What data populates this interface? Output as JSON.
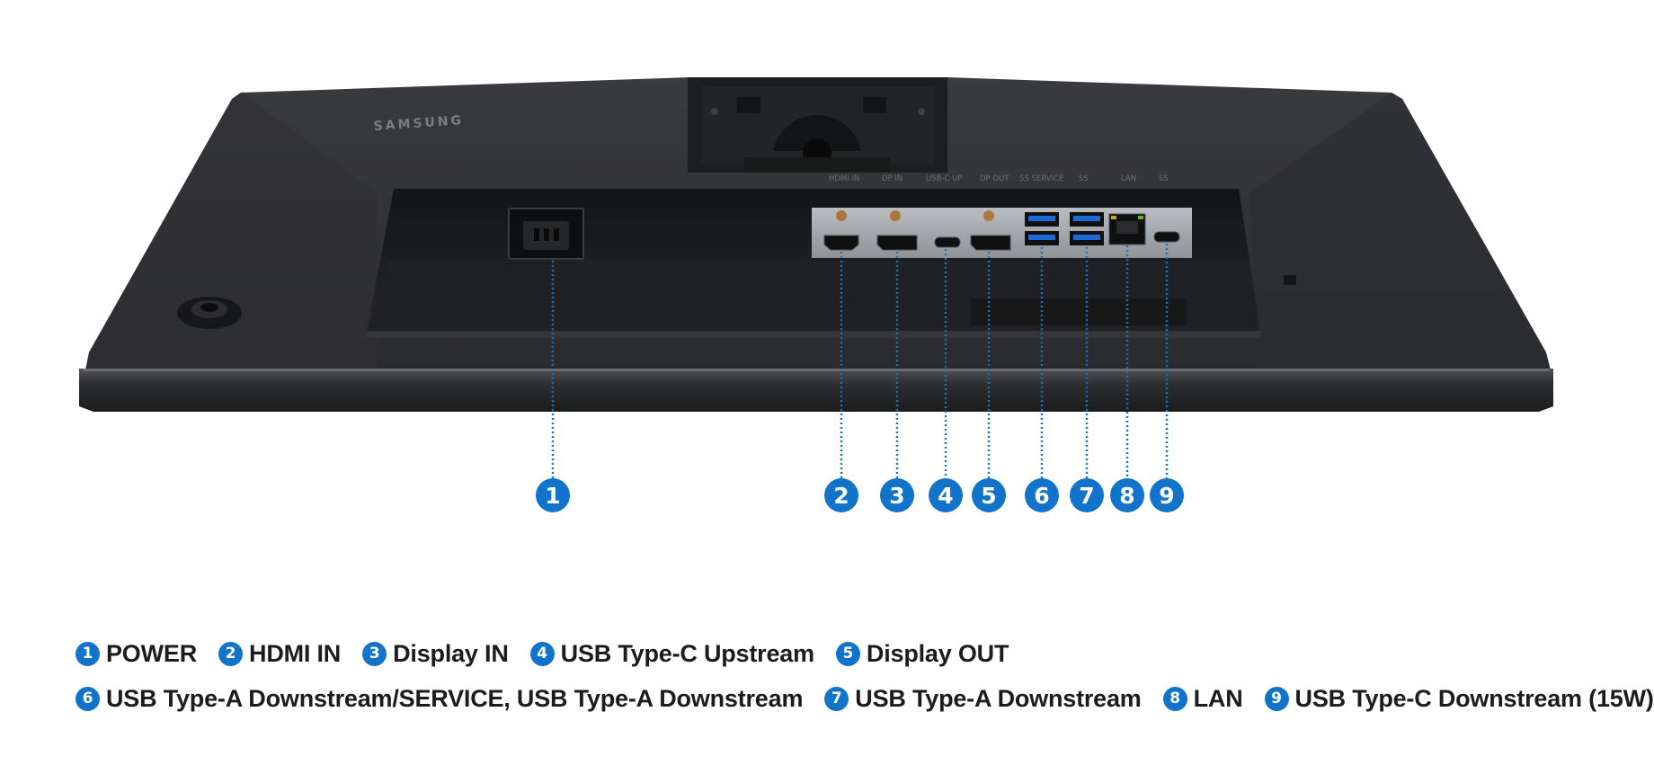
{
  "brand": "SAMSUNG",
  "accent_color": "#1173c9",
  "port_text": [
    "HDMI IN",
    "DP IN",
    "USB-C UP",
    "DP OUT",
    "SS SERVICE",
    "SS",
    "LAN",
    "SS"
  ],
  "callouts": [
    "1",
    "2",
    "3",
    "4",
    "5",
    "6",
    "7",
    "8",
    "9"
  ],
  "legend": {
    "rows": [
      [
        {
          "num": "1",
          "label": "POWER"
        },
        {
          "num": "2",
          "label": "HDMI IN"
        },
        {
          "num": "3",
          "label": "Display IN"
        },
        {
          "num": "4",
          "label": "USB Type-C Upstream"
        },
        {
          "num": "5",
          "label": "Display OUT"
        }
      ],
      [
        {
          "num": "6",
          "label": "USB Type-A Downstream/SERVICE, USB Type-A Downstream"
        },
        {
          "num": "7",
          "label": "USB Type-A Downstream"
        },
        {
          "num": "8",
          "label": "LAN"
        },
        {
          "num": "9",
          "label": "USB Type-C Downstream (15W)"
        }
      ]
    ]
  }
}
